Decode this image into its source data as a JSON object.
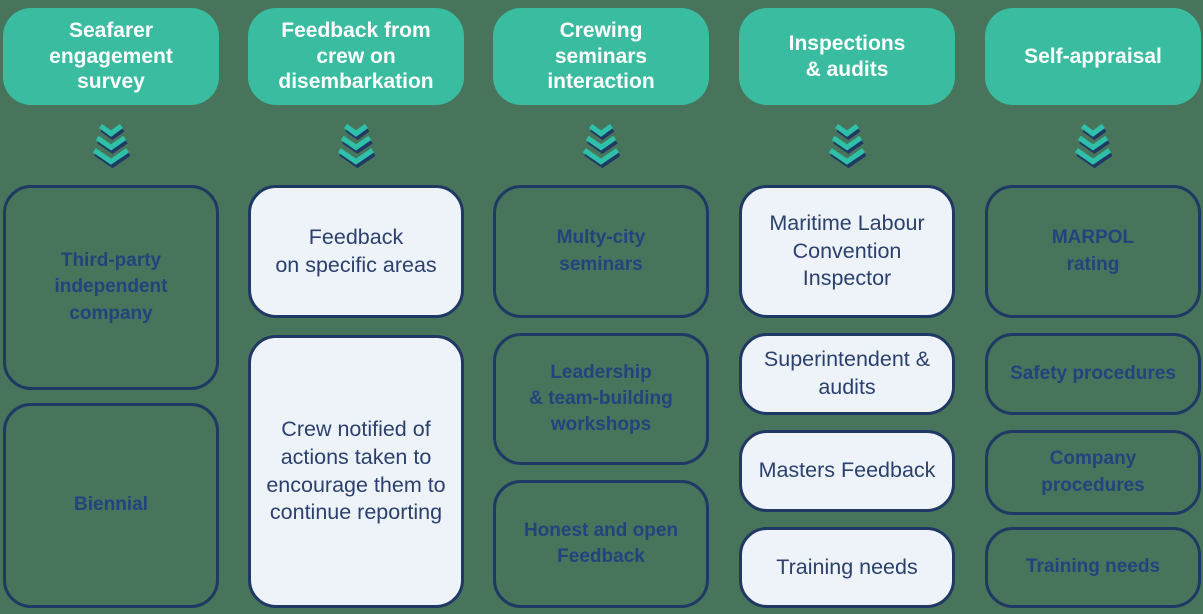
{
  "colors": {
    "background": "#47745A",
    "header_teal": "#3ABCA0",
    "box_border_navy": "#1F3864",
    "green_box_text": "#21447E",
    "light_box_background": "#EEF3F9",
    "light_box_text": "#2B406E",
    "chevron_teal": "#2EC0A8"
  },
  "icons": {
    "between_header_and_boxes": "triple-chevron-down-icon"
  },
  "diagram": {
    "columns": [
      {
        "header": "Seafarer\nengagement\nsurvey",
        "boxes": [
          {
            "text": "Third-party\nindependent\ncompany",
            "style": "green"
          },
          {
            "text": "Biennial",
            "style": "green"
          }
        ]
      },
      {
        "header": "Feedback from\ncrew on\ndisembarkation",
        "boxes": [
          {
            "text": "Feedback\non specific areas",
            "style": "light"
          },
          {
            "text": "Crew notified of\nactions taken to\nencourage them to\ncontinue reporting",
            "style": "light"
          }
        ]
      },
      {
        "header": "Crewing\nseminars\ninteraction",
        "boxes": [
          {
            "text": "Multy-city\nseminars",
            "style": "green"
          },
          {
            "text": "Leadership\n& team-building\nworkshops",
            "style": "green"
          },
          {
            "text": "Honest and open\nFeedback",
            "style": "green"
          }
        ]
      },
      {
        "header": "Inspections\n& audits",
        "boxes": [
          {
            "text": "Maritime Labour\nConvention\nInspector",
            "style": "light"
          },
          {
            "text": "Superintendent &\naudits",
            "style": "light"
          },
          {
            "text": "Masters Feedback",
            "style": "light"
          },
          {
            "text": "Training needs",
            "style": "light"
          }
        ]
      },
      {
        "header": "Self-appraisal",
        "boxes": [
          {
            "text": "MARPOL\nrating",
            "style": "green"
          },
          {
            "text": "Safety procedures",
            "style": "green"
          },
          {
            "text": "Company\nprocedures",
            "style": "green"
          },
          {
            "text": "Training needs",
            "style": "green"
          }
        ]
      }
    ]
  }
}
